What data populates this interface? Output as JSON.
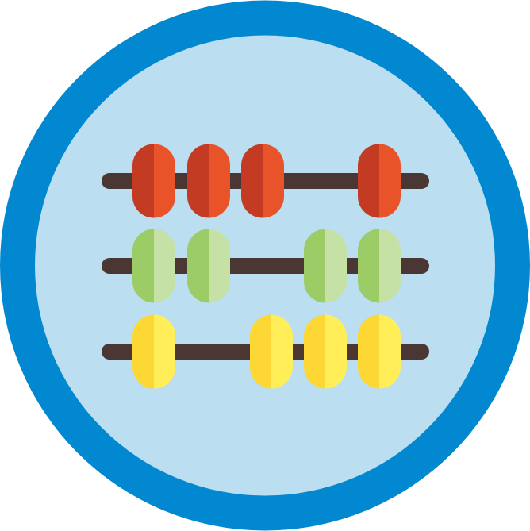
{
  "icon": {
    "name": "abacus-icon",
    "colors": {
      "outer_ring": "#0288D1",
      "inner_fill": "#BBDEF1",
      "rod": "#4A3633",
      "rows": [
        {
          "name": "red",
          "dark": "#C23B22",
          "light": "#E9532A"
        },
        {
          "name": "green",
          "dark": "#9CCC65",
          "light": "#C5E1A5"
        },
        {
          "name": "yellow",
          "dark": "#FDD835",
          "light": "#FFEE58"
        }
      ]
    }
  }
}
